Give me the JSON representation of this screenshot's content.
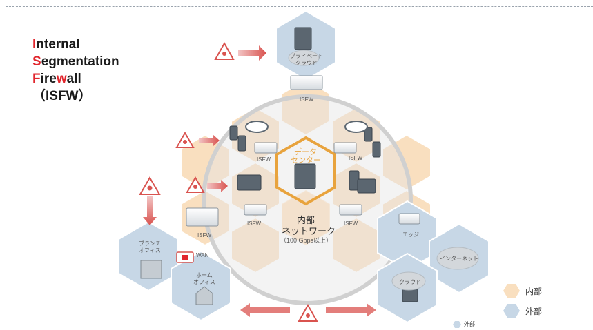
{
  "title": {
    "line1_initial": "I",
    "line1_rest": "nternal",
    "line2_initial": "S",
    "line2_rest": "egmentation",
    "line3_initial": "F",
    "line3_mid": "ire",
    "line3_red": "w",
    "line3_rest": "all",
    "line4": "（ISFW）"
  },
  "center": {
    "datacenter_line1": "データ",
    "datacenter_line2": "センター",
    "internal_line1": "内部",
    "internal_line2": "ネットワーク",
    "internal_line3": "（100 Gbps以上）"
  },
  "labels": {
    "isfw": "ISFW",
    "private_cloud_line1": "プライベート",
    "private_cloud_line2": "クラウド",
    "branch_line1": "ブランチ",
    "branch_line2": "オフィス",
    "home_line1": "ホーム",
    "home_line2": "オフィス",
    "wan": "WAN",
    "edge": "エッジ",
    "internet": "インターネット",
    "cloud": "クラウド"
  },
  "legend": {
    "internal": "内部",
    "external": "外部",
    "external_small": "外部"
  },
  "colors": {
    "internal_hex": "#f9dfbf",
    "external_hex": "#c7d7e6",
    "threat_red": "#d9534f",
    "accent_orange": "#e8a33d"
  }
}
